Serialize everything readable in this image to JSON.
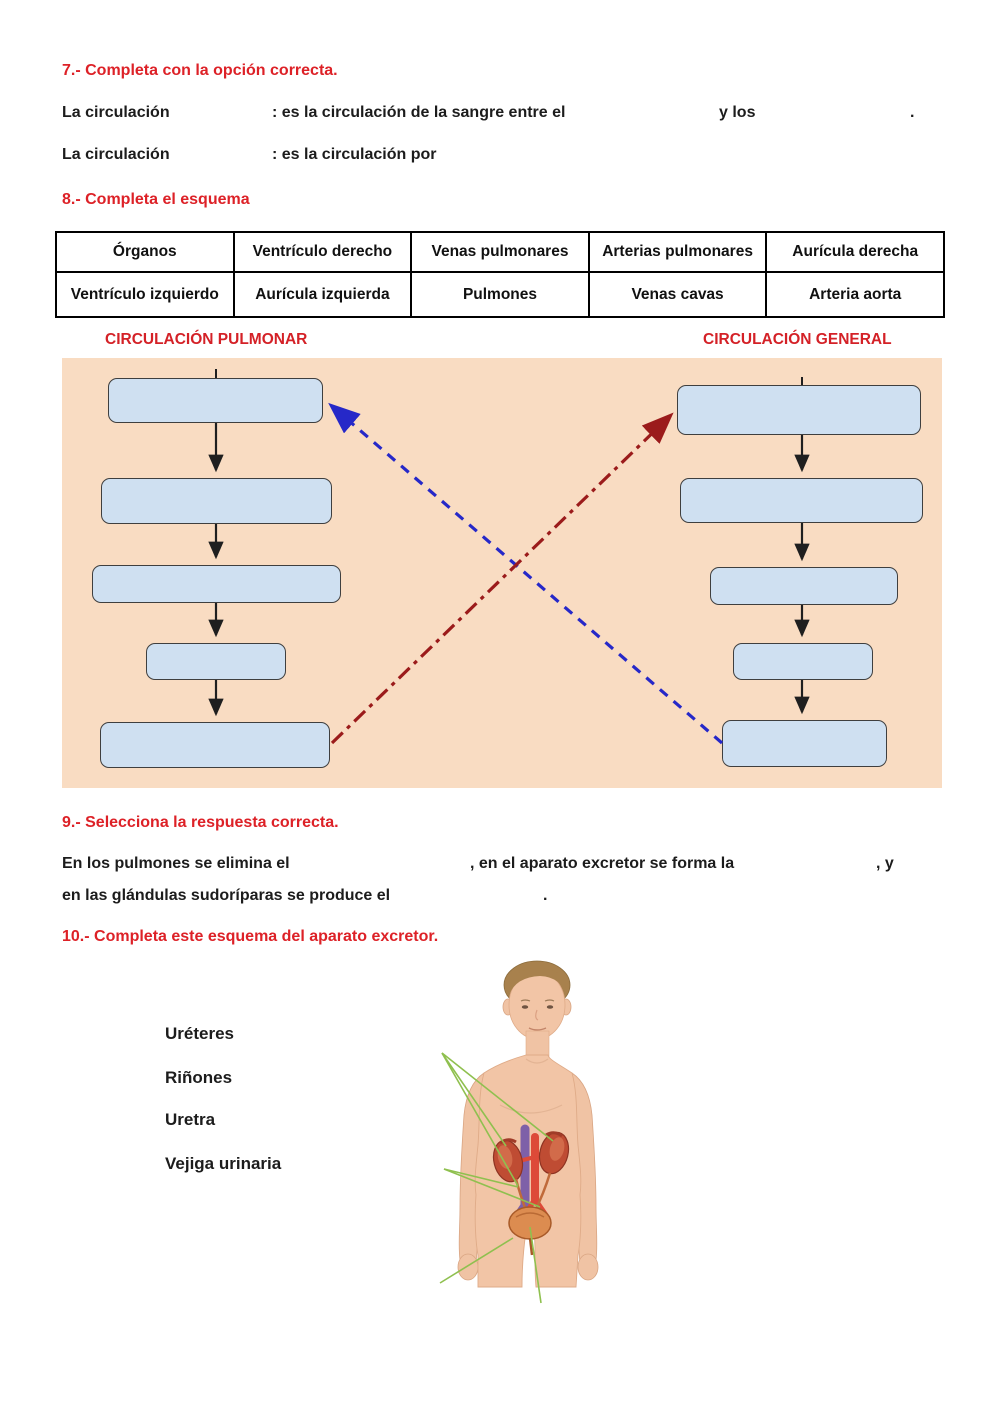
{
  "colors": {
    "heading_red": "#dd2127",
    "diagram_title_red": "#d42127",
    "text_black": "#1c1c1c",
    "diagram_bg": "#f9dcc2",
    "flow_box_fill": "#cfe0f1",
    "flow_box_border": "#3f3f3f",
    "flow_arrow_black": "#1f1f1f",
    "dashed_arrow_blue": "#2628c8",
    "dashdot_arrow_red": "#9b1b1b",
    "pointer_line_green": "#8fc04f",
    "table_border": "#000000"
  },
  "section7": {
    "heading": "7.- Completa con la opción correcta.",
    "line1_part1": "La circulación",
    "line1_part2": ": es la circulación de la sangre entre el",
    "line1_part3": "y los",
    "line1_period": ".",
    "line2_part1": "La circulación",
    "line2_part2": ": es la circulación por"
  },
  "section8": {
    "heading": "8.- Completa el esquema",
    "table": {
      "rows": [
        [
          "Órganos",
          "Ventrículo derecho",
          "Venas pulmonares",
          "Arterias pulmonares",
          "Aurícula derecha"
        ],
        [
          "Ventrículo izquierdo",
          "Aurícula izquierda",
          "Pulmones",
          "Venas cavas",
          "Arteria aorta"
        ]
      ]
    },
    "left_title": "CIRCULACIÓN PULMONAR",
    "right_title": "CIRCULACIÓN GENERAL"
  },
  "section9": {
    "heading": "9.- Selecciona la respuesta correcta.",
    "line1_part1": "En los pulmones se elimina el",
    "line1_part2": ", en el aparato excretor se forma la",
    "line1_part3": ", y",
    "line2_part1": "en las glándulas sudoríparas se produce el",
    "line2_period": "."
  },
  "section10": {
    "heading": "10.- Completa este esquema del aparato excretor.",
    "labels": [
      "Uréteres",
      "Riñones",
      "Uretra",
      "Vejiga urinaria"
    ]
  }
}
